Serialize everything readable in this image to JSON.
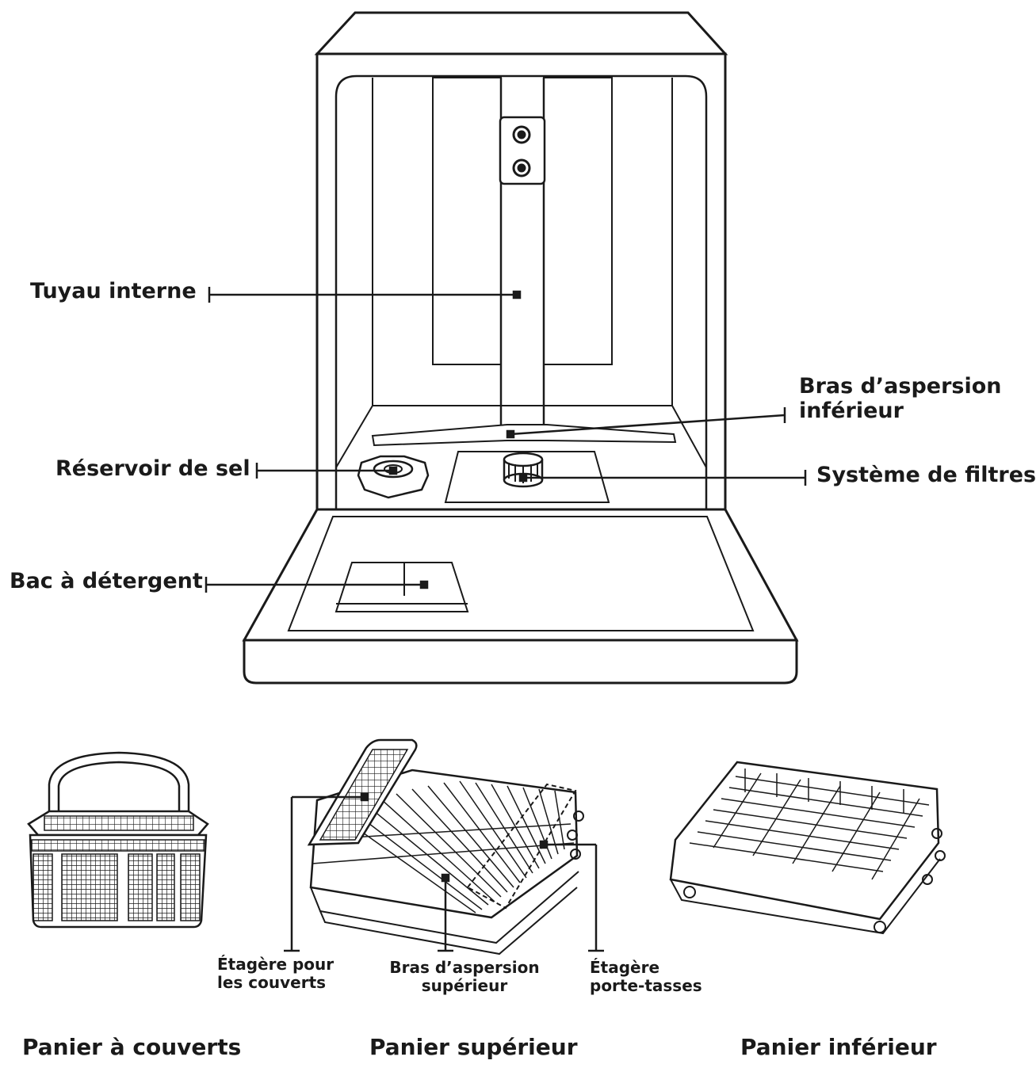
{
  "labels": {
    "tuyau_interne": "Tuyau interne",
    "bras_aspersion_inferieur": [
      "Bras d’aspersion",
      "inférieur"
    ],
    "reservoir_de_sel": "Réservoir de sel",
    "systeme_de_filtres": "Système de filtres",
    "bac_a_detergent": "Bac à détergent",
    "etagere_couverts": [
      "Étagère pour",
      "les couverts"
    ],
    "bras_aspersion_superieur": [
      "Bras d’aspersion",
      "supérieur"
    ],
    "etagere_porte_tasses": [
      "Étagère",
      "porte-tasses"
    ]
  },
  "titles": {
    "panier_couverts": "Panier à couverts",
    "panier_superieur": "Panier supérieur",
    "panier_inferieur": "Panier inférieur"
  },
  "colors": {
    "line": "#1a1a1a",
    "background": "#ffffff"
  }
}
